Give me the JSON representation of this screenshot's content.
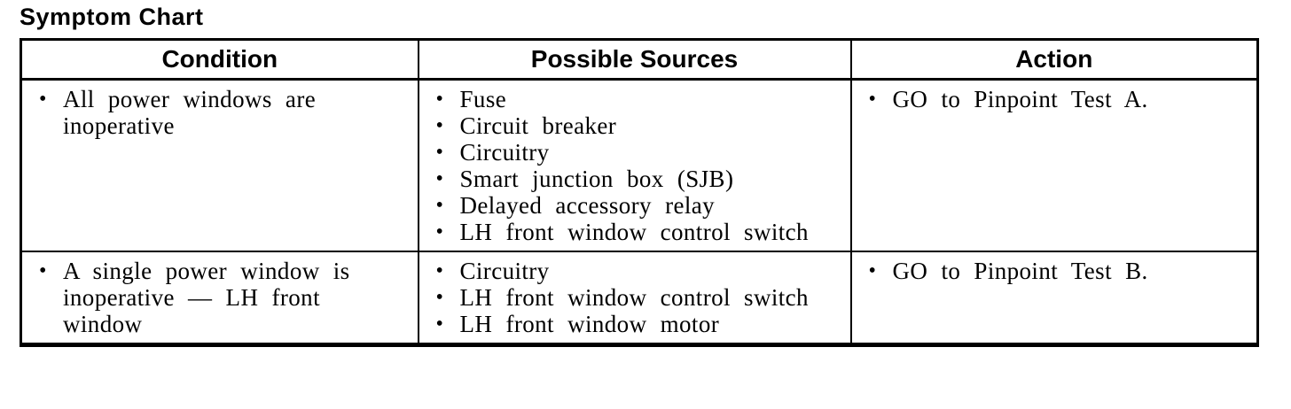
{
  "page_title": "Symptom Chart",
  "icons": {
    "bullet": "•"
  },
  "colors": {
    "text": "#000000",
    "border": "#000000",
    "background": "#ffffff"
  },
  "table": {
    "headers": [
      "Condition",
      "Possible Sources",
      "Action"
    ],
    "rows": [
      {
        "condition": [
          "All power windows are inoperative"
        ],
        "possible_sources": [
          "Fuse",
          "Circuit breaker",
          "Circuitry",
          "Smart junction box (SJB)",
          "Delayed accessory relay",
          "LH front window control switch"
        ],
        "action": [
          "GO to Pinpoint Test A."
        ]
      },
      {
        "condition": [
          "A single power window is inoperative — LH front window"
        ],
        "possible_sources": [
          "Circuitry",
          "LH front window control switch",
          "LH front window motor"
        ],
        "action": [
          "GO to Pinpoint Test B."
        ]
      }
    ]
  }
}
